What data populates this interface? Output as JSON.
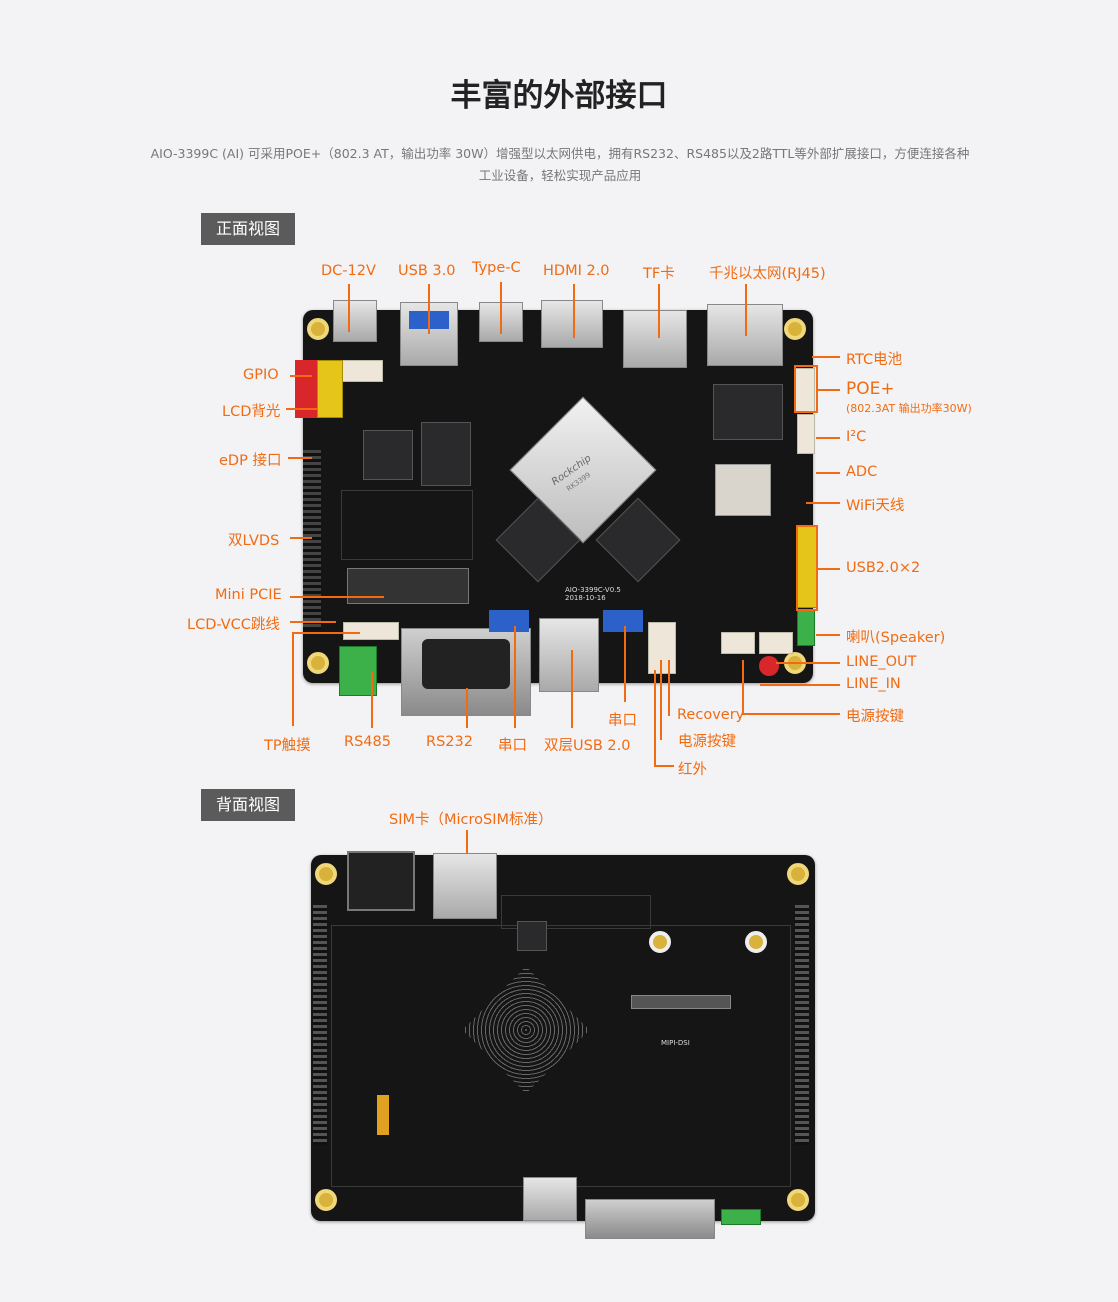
{
  "title": "丰富的外部接口",
  "description": [
    "AIO-3399C (AI) 可采用POE+（802.3 AT，输出功率 30W）增强型以太网供电，拥有RS232、RS485以及2路TTL等外部扩展接口，方便连接各种",
    "工业设备，轻松实现产品应用"
  ],
  "front": {
    "tag": "正面视图",
    "top": [
      "DC-12V",
      "USB 3.0",
      "Type-C",
      "HDMI 2.0",
      "TF卡",
      "千兆以太网(RJ45)"
    ],
    "right": [
      "RTC电池",
      "POE+",
      "(802.3AT 输出功率30W)",
      "I²C",
      "ADC",
      "WiFi天线",
      "USB2.0×2",
      "喇叭(Speaker)",
      "LINE_OUT",
      "LINE_IN",
      "电源按键"
    ],
    "left": [
      "GPIO",
      "LCD背光",
      "eDP 接口",
      "双LVDS",
      "Mini PCIE",
      "LCD-VCC跳线"
    ],
    "bottom": [
      "TP触摸",
      "RS485",
      "RS232",
      "串口",
      "双层USB 2.0",
      "串口",
      "Recovery",
      "电源按键",
      "红外"
    ],
    "board_text": [
      "AIO-3399C-V0.5",
      "2018-10-16",
      "Rockchip",
      "RK3399"
    ]
  },
  "back": {
    "tag": "背面视图",
    "sim": "SIM卡（MicroSIM标准）",
    "board_text": [
      "MIPI-DSI"
    ]
  },
  "colors": {
    "accent": "#f26b12",
    "tag_bg": "#5b5b5b",
    "board": "#151516"
  }
}
